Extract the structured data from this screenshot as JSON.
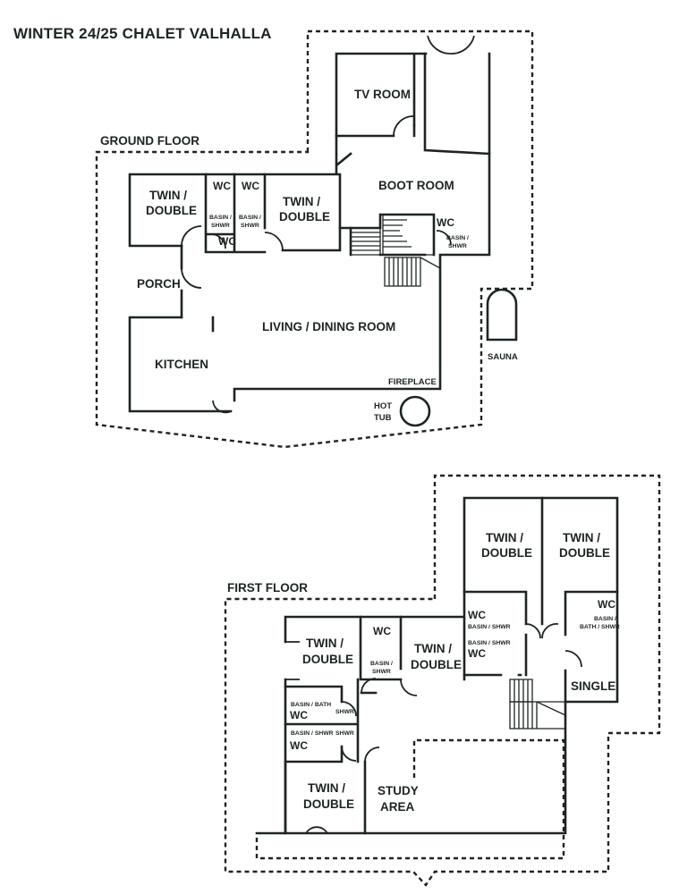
{
  "title": "WINTER 24/25 CHALET VALHALLA",
  "ground_floor": {
    "label": "GROUND FLOOR",
    "rooms": {
      "tv_room": "TV ROOM",
      "boot_room": "BOOT ROOM",
      "twin_double_left_1": "TWIN /",
      "twin_double_left_2": "DOUBLE",
      "twin_double_mid_1": "TWIN /",
      "twin_double_mid_2": "DOUBLE",
      "wc_a": "WC",
      "wc_b": "WC",
      "wc_c": "WC",
      "wc_d": "WC",
      "basin_a_1": "BASIN /",
      "basin_a_2": "SHWR",
      "basin_b_1": "BASIN /",
      "basin_b_2": "SHWR",
      "basin_c_1": "BASIN /",
      "basin_c_2": "SHWR",
      "porch": "PORCH",
      "living": "LIVING / DINING ROOM",
      "kitchen": "KITCHEN",
      "fireplace": "FIREPLACE",
      "hot_tub_1": "HOT",
      "hot_tub_2": "TUB",
      "sauna": "SAUNA"
    }
  },
  "first_floor": {
    "label": "FIRST FLOOR",
    "rooms": {
      "twin_tl_1": "TWIN /",
      "twin_tl_2": "DOUBLE",
      "twin_tr_1": "TWIN /",
      "twin_tr_2": "DOUBLE",
      "wc_tr": "WC",
      "basin_tr": "BASIN /",
      "basin_tr_2": "BATH / SHWR",
      "wc_mid_top": "WC",
      "basin_mid_top": "BASIN / SHWR",
      "basin_mid_bot": "BASIN / SHWR",
      "wc_mid_bot": "WC",
      "single": "SINGLE",
      "twin_left_1": "TWIN /",
      "twin_left_2": "DOUBLE",
      "wc_small": "WC",
      "basin_small_1": "BASIN /",
      "basin_small_2": "SHWR",
      "twin_centre_1": "TWIN /",
      "twin_centre_2": "DOUBLE",
      "basin_bath": "BASIN / BATH",
      "wc_l1": "WC",
      "shwr_1": "SHWR",
      "basin_l2": "BASIN / SHWR",
      "shwr_2": "SHWR",
      "wc_l2": "WC",
      "twin_bottom_1": "TWIN /",
      "twin_bottom_2": "DOUBLE",
      "study_1": "STUDY",
      "study_2": "AREA"
    }
  }
}
